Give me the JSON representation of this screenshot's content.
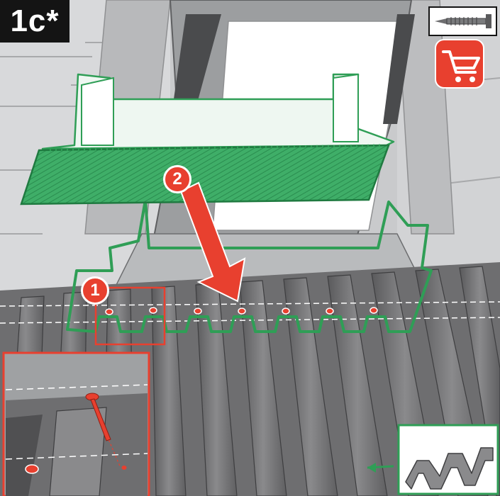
{
  "step": {
    "label": "1c*"
  },
  "callouts": {
    "first": "1",
    "second": "2"
  },
  "colors": {
    "flashing_green": "#2f9e56",
    "highlight_red": "#e8402f",
    "roof_sheet": "#6e6e70",
    "frame_grey": "#a9abad",
    "window_white": "#ffffff"
  },
  "icons": {
    "screw": "screw-icon",
    "cart": "shopping-cart-icon",
    "profile": "corrugated-profile-icon"
  }
}
